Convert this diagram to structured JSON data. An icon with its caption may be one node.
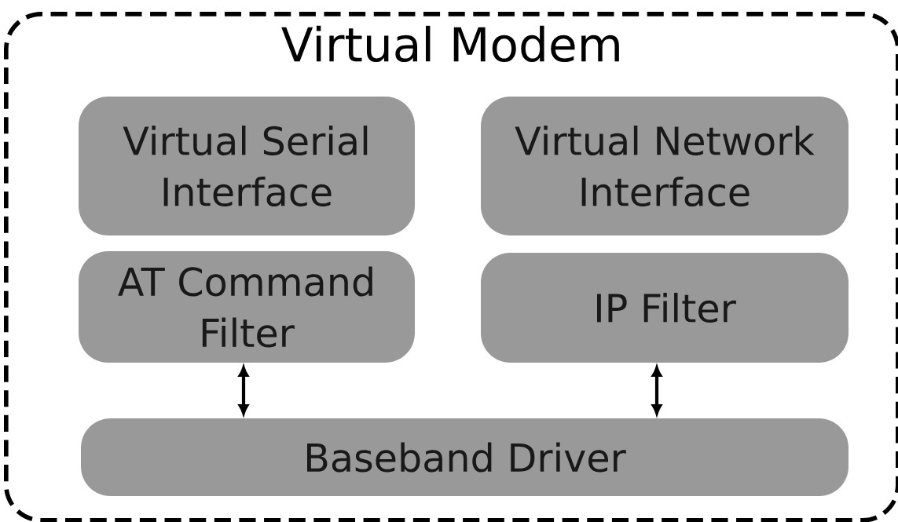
{
  "diagram": {
    "nodes": [
      {
        "text": [
          "Virtual Modem"
        ]
      },
      {
        "text": [
          "Virtual Serial Interface"
        ],
        "in": 0
      },
      {
        "text": [
          "Virtual Network Interface"
        ],
        "in": 0
      },
      {
        "text": [
          "AT Command Filter"
        ],
        "in": 0
      },
      {
        "text": [
          "IP Filter"
        ],
        "in": 0
      },
      {
        "text": [
          "Baseband Driver"
        ],
        "in": 0
      }
    ],
    "edges": [
      {
        "from": 3,
        "to": 5,
        "arrow": "both"
      },
      {
        "from": 4,
        "to": 5,
        "arrow": "both"
      }
    ]
  }
}
